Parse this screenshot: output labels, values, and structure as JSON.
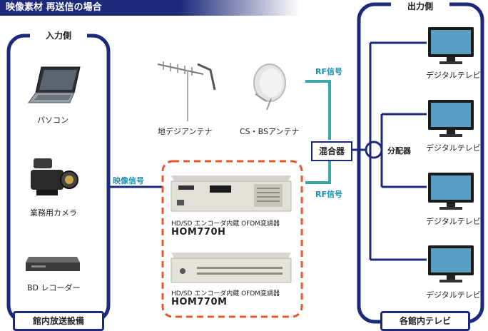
{
  "title": "映像素材 再送信の場合",
  "input_panel": {
    "header": "入力側",
    "footer": "館内放送設備",
    "devices": [
      {
        "label": "パソコン",
        "icon": "laptop-icon"
      },
      {
        "label": "業務用カメラ",
        "icon": "video-camera-icon"
      },
      {
        "label": "BD レコーダー",
        "icon": "bd-recorder-icon"
      }
    ]
  },
  "output_panel": {
    "header": "出力側",
    "footer": "各館内テレビ",
    "tv_label": "デジタルテレビ",
    "tv_count": 4
  },
  "antennas": {
    "terrestrial": "地デジアンテナ",
    "satellite": "CS・BSアンテナ"
  },
  "signals": {
    "video": "映像信号",
    "rf_top": "RF信号",
    "rf_bottom": "RF信号"
  },
  "mixer": "混合器",
  "splitter": "分配器",
  "encoders": [
    {
      "caption": "HD/SD エンコーダ内蔵 OFDM変調器",
      "model": "HOM770H"
    },
    {
      "caption": "HD/SD エンコーダ内蔵 OFDM変調器",
      "model": "HOM770M"
    }
  ],
  "colors": {
    "navy": "#1d2a7a",
    "teal": "#3aa9a9",
    "dashed_border": "#e8582a",
    "signal_text": "#1a8fb0"
  }
}
